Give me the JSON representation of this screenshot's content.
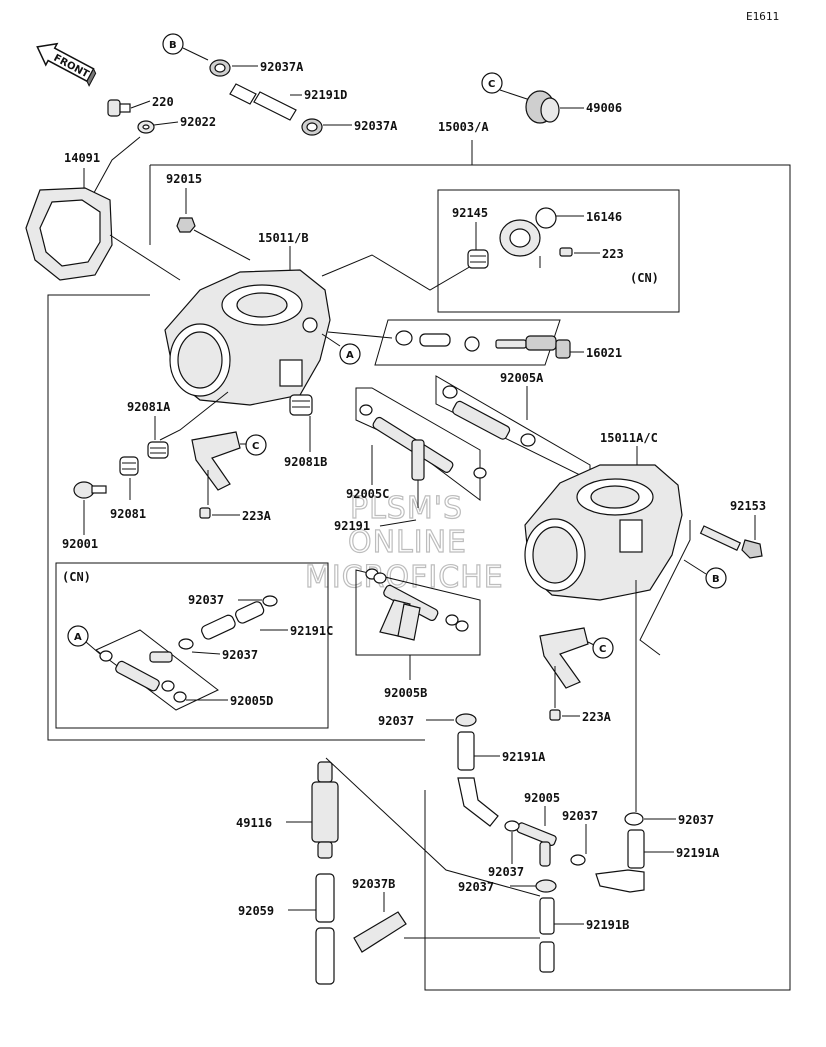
{
  "diagram_ref": "E1611",
  "front_arrow": {
    "label": "FRONT",
    "icon": "front-arrow-icon"
  },
  "watermark": {
    "line1": "PLSM'S",
    "line2": "ONLINE",
    "line3": "MICROFICHE"
  },
  "circle_refs": {
    "A": "A",
    "B": "B",
    "C": "C"
  },
  "cn_label": "(CN)",
  "parts": {
    "p220": "220",
    "p92022": "92022",
    "p14091": "14091",
    "p92037A_1": "92037A",
    "p92191D": "92191D",
    "p92037A_2": "92037A",
    "p49006": "49006",
    "p15003A": "15003/A",
    "p92015": "92015",
    "p15011B": "15011/B",
    "p92145": "92145",
    "p16146": "16146",
    "p223_top": "223",
    "p16021": "16021",
    "p92005A": "92005A",
    "p15011AC": "15011A/C",
    "p92081A": "92081A",
    "p92081B": "92081B",
    "p92081": "92081",
    "p92001": "92001",
    "p223A_1": "223A",
    "p92005C": "92005C",
    "p92191": "92191",
    "p92153": "92153",
    "p92037_cn1": "92037",
    "p92191C": "92191C",
    "p92037_cn2": "92037",
    "p92005D": "92005D",
    "p92005B": "92005B",
    "p223A_2": "223A",
    "p92037_a": "92037",
    "p92191A_1": "92191A",
    "p49116": "49116",
    "p92005": "92005",
    "p92037_b": "92037",
    "p92037_c": "92037",
    "p92037_d": "92037",
    "p92191A_2": "92191A",
    "p92037_e": "92037",
    "p92037B": "92037B",
    "p92059": "92059",
    "p92191B": "92191B"
  }
}
